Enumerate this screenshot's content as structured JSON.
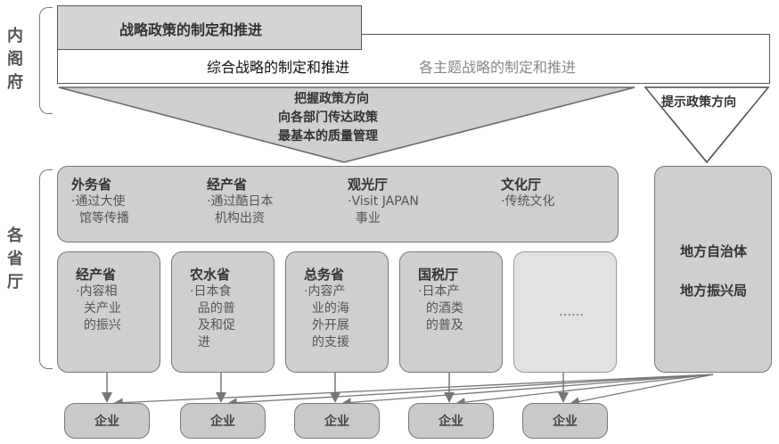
{
  "side_labels": {
    "cabinet": "内阁府",
    "ministries": "各省厅"
  },
  "cabinet": {
    "top_box": "战略政策的制定和推进",
    "comprehensive": "综合战略的制定和推进",
    "thematic": "各主题战略的制定和推进"
  },
  "funnel": {
    "line1": "把握政策方向",
    "line2": "向各部门传达政策",
    "line3": "最基本的质量管理"
  },
  "policy_hint": "提示政策方向",
  "group_top": [
    {
      "title": "外务省",
      "item": "·通过大使\n  馆等传播"
    },
    {
      "title": "经产省",
      "item": "·通过酷日本\n  机构出资"
    },
    {
      "title": "观光厅",
      "item": "·Visit JAPAN\n  事业"
    },
    {
      "title": "文化厅",
      "item": "·传统文化"
    }
  ],
  "group_bottom": [
    {
      "title": "经产省",
      "item": "·内容相\n  关产业\n  的振兴"
    },
    {
      "title": "农水省",
      "item": "·日本食\n  品的普\n  及和促\n  进"
    },
    {
      "title": "总务省",
      "item": "·内容产\n  业的海\n  外开展\n  的支援"
    },
    {
      "title": "国税厅",
      "item": "·日本产\n  的酒类\n  的普及"
    },
    {
      "title": "",
      "item": "……"
    }
  ],
  "local": {
    "line1": "地方自治体",
    "line2": "地方振兴局"
  },
  "enterprise_label": "企业",
  "enterprises": [
    "企业",
    "企业",
    "企业",
    "企业",
    "企业"
  ]
}
